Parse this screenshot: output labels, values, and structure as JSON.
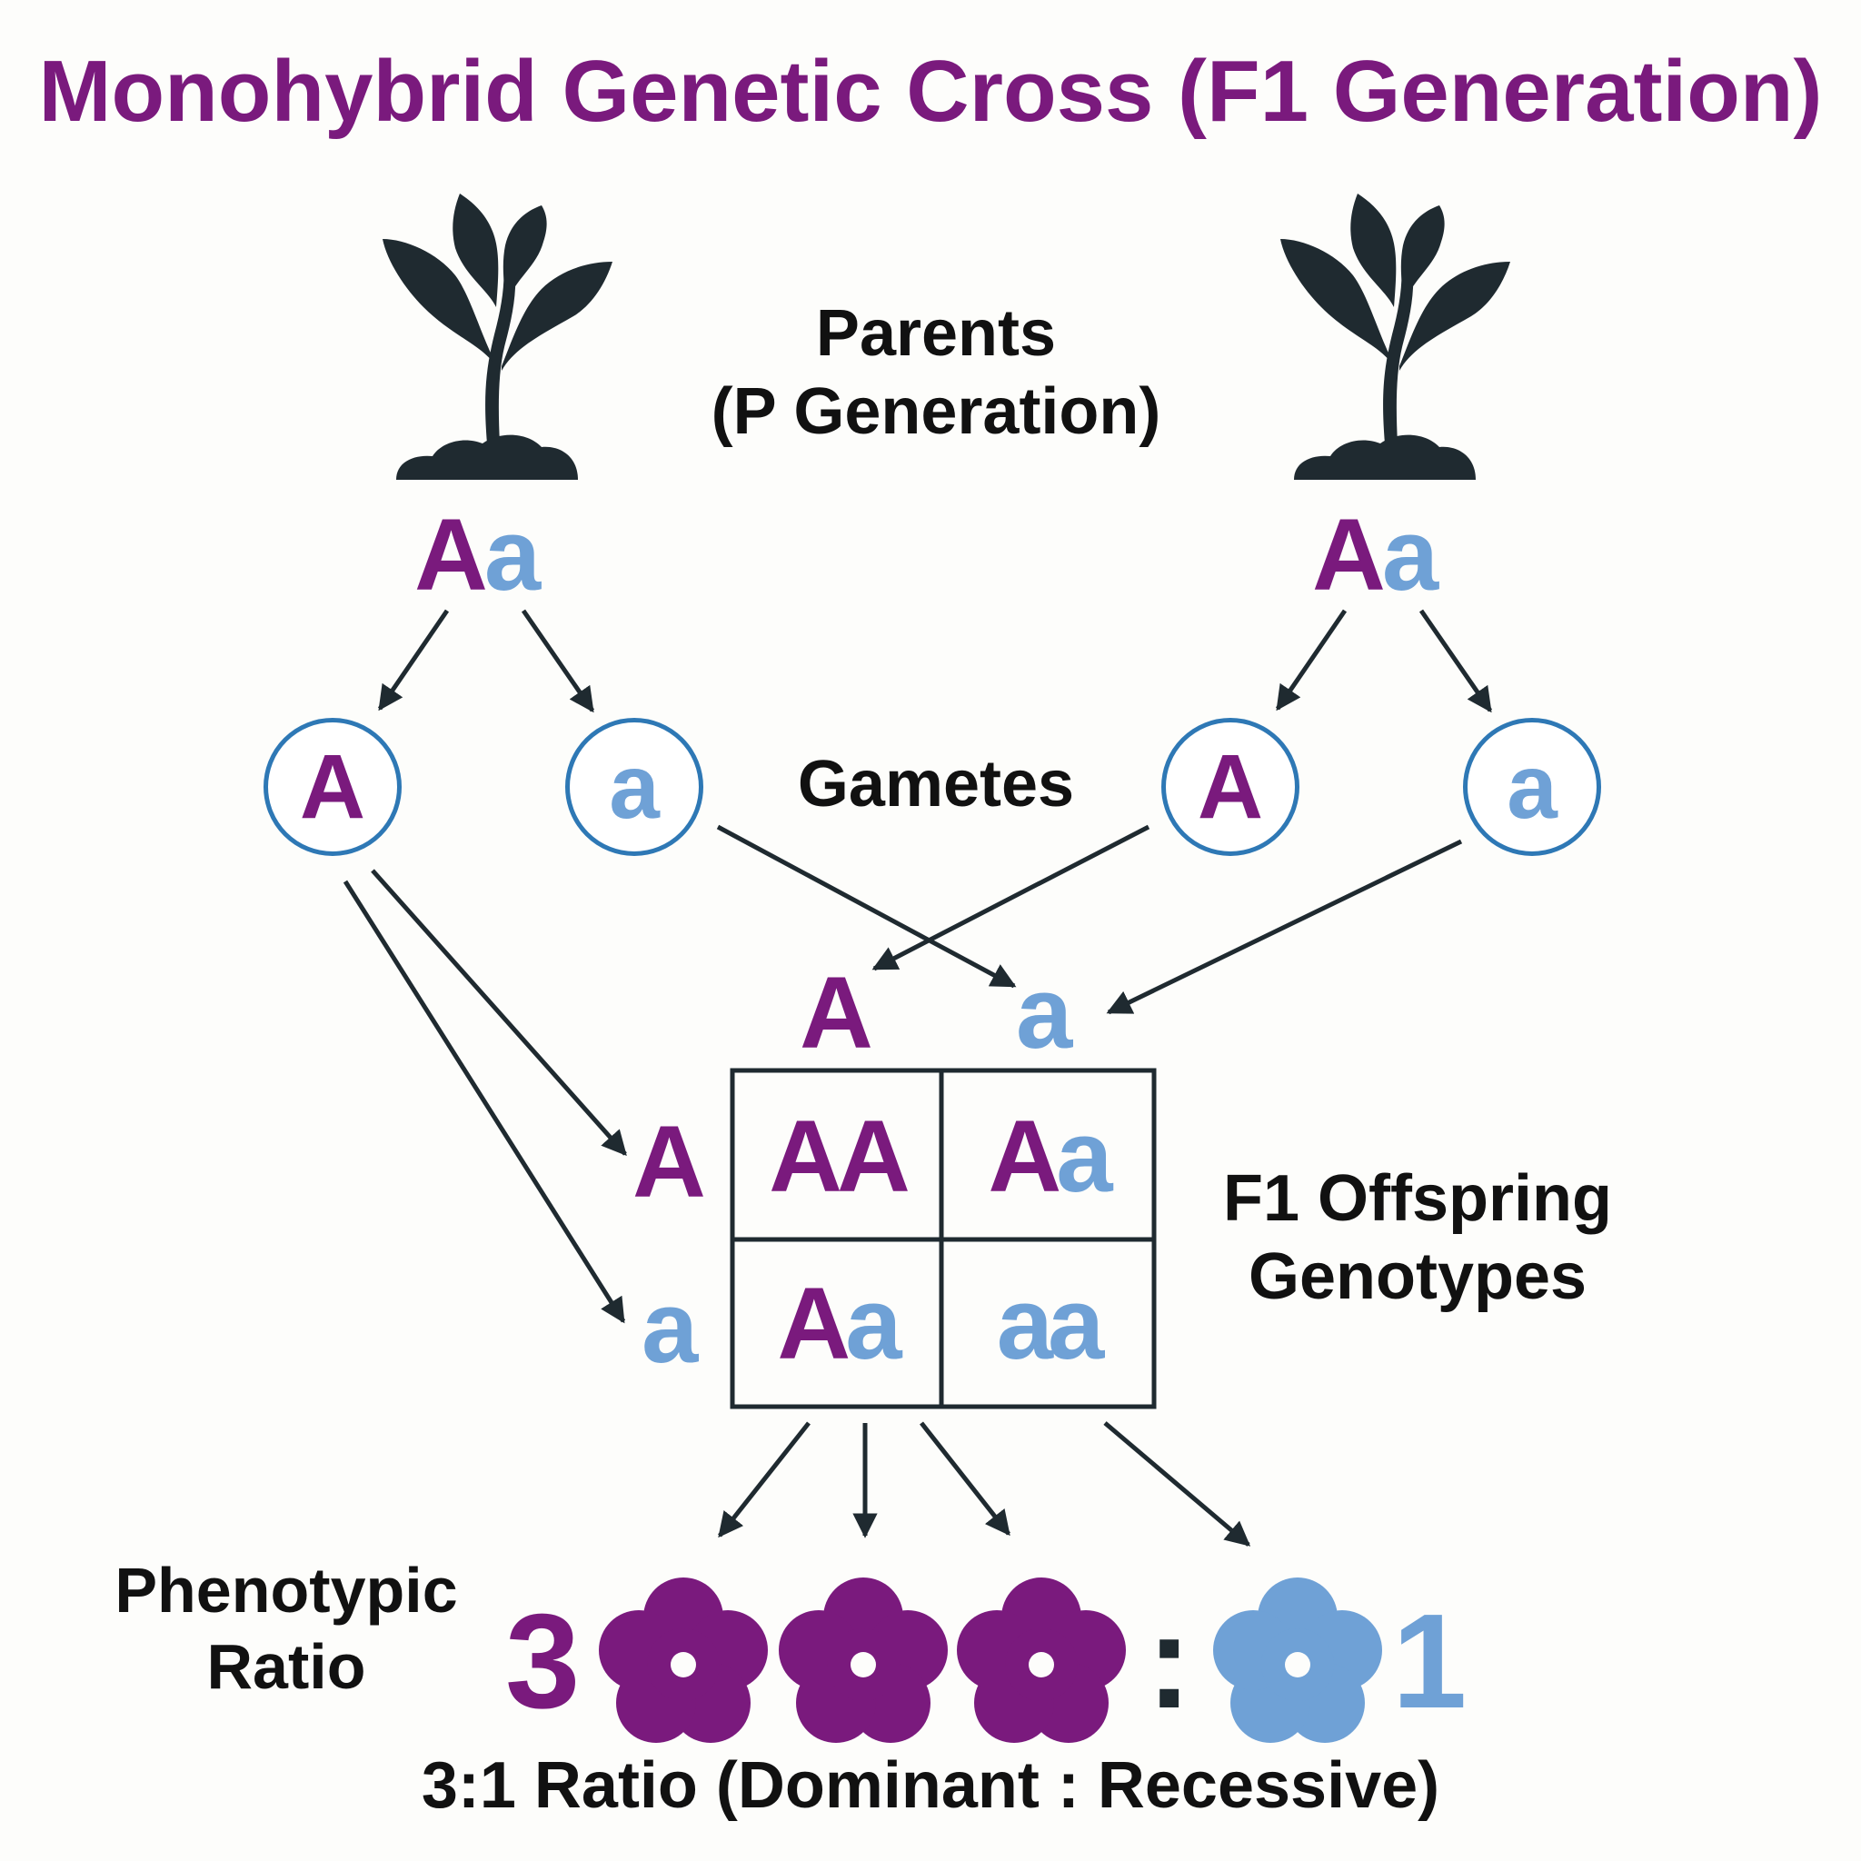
{
  "title": "Monohybrid Genetic Cross (F1 Generation)",
  "parents": {
    "label_line1": "Parents",
    "label_line2": "(P Generation)",
    "left": {
      "icon": "plant-icon",
      "allele1": "A",
      "allele2": "a"
    },
    "right": {
      "icon": "plant-icon",
      "allele1": "A",
      "allele2": "a"
    }
  },
  "gametes": {
    "label": "Gametes",
    "items": [
      "A",
      "a",
      "A",
      "a"
    ]
  },
  "punnett": {
    "col_headers": [
      "A",
      "a"
    ],
    "row_headers": [
      "A",
      "a"
    ],
    "cells": [
      [
        {
          "first": "A",
          "second": "A"
        },
        {
          "first": "A",
          "second": "a"
        }
      ],
      [
        {
          "first": "A",
          "second": "a"
        },
        {
          "first": "a",
          "second": "a"
        }
      ]
    ],
    "label_line1": "F1 Offspring",
    "label_line2": "Genotypes"
  },
  "phenotype": {
    "label_line1": "Phenotypic",
    "label_line2": "Ratio",
    "dominant_count": "3",
    "separator": ":",
    "recessive_count": "1",
    "dominant_icon": "purple-flower-icon",
    "recessive_icon": "blue-flower-icon"
  },
  "caption": "3:1 Ratio (Dominant : Recessive)",
  "colors": {
    "dominant": "#7a1a7d",
    "recessive": "#6fa1d6",
    "gamete_border": "#2e78b5",
    "ink": "#111111",
    "arrow": "#1f2a30"
  }
}
